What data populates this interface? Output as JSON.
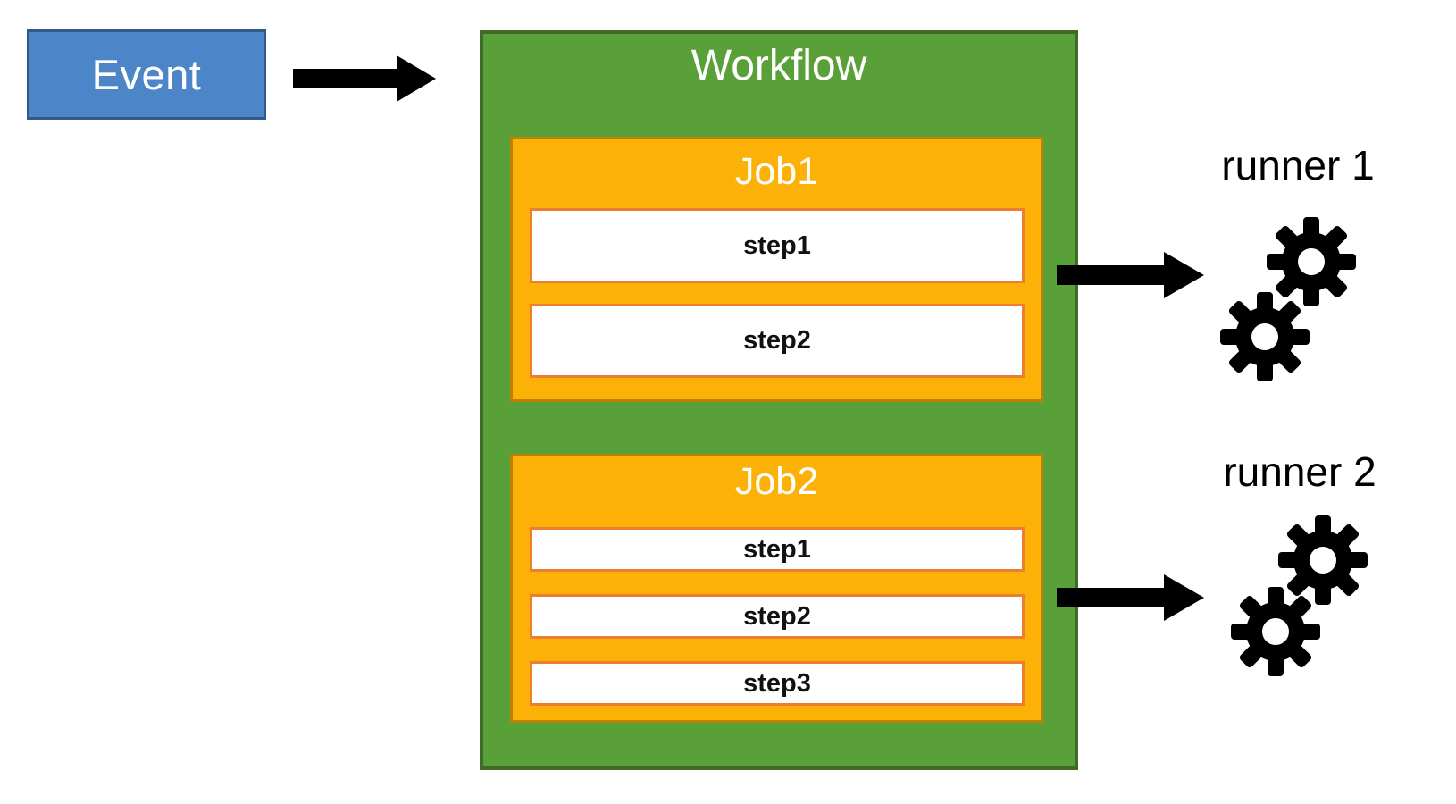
{
  "event": {
    "label": "Event"
  },
  "workflow": {
    "title": "Workflow",
    "jobs": [
      {
        "title": "Job1",
        "steps": [
          "step1",
          "step2"
        ]
      },
      {
        "title": "Job2",
        "steps": [
          "step1",
          "step2",
          "step3"
        ]
      }
    ]
  },
  "runners": [
    {
      "label": "runner 1",
      "icon": "gear-icon",
      "gear_count": 2
    },
    {
      "label": "runner 2",
      "icon": "gear-icon",
      "gear_count": 2
    }
  ],
  "colors": {
    "eventFill": "#4C86C8",
    "eventBorder": "#31598C",
    "workflowFill": "#5AA038",
    "workflowBorder": "#3F6A28",
    "jobFill": "#FBB106",
    "jobBorder": "#BC8206",
    "stepFill": "#FFFFFF",
    "stepBorder": "#ED7D31",
    "arrowColor": "#000000"
  }
}
